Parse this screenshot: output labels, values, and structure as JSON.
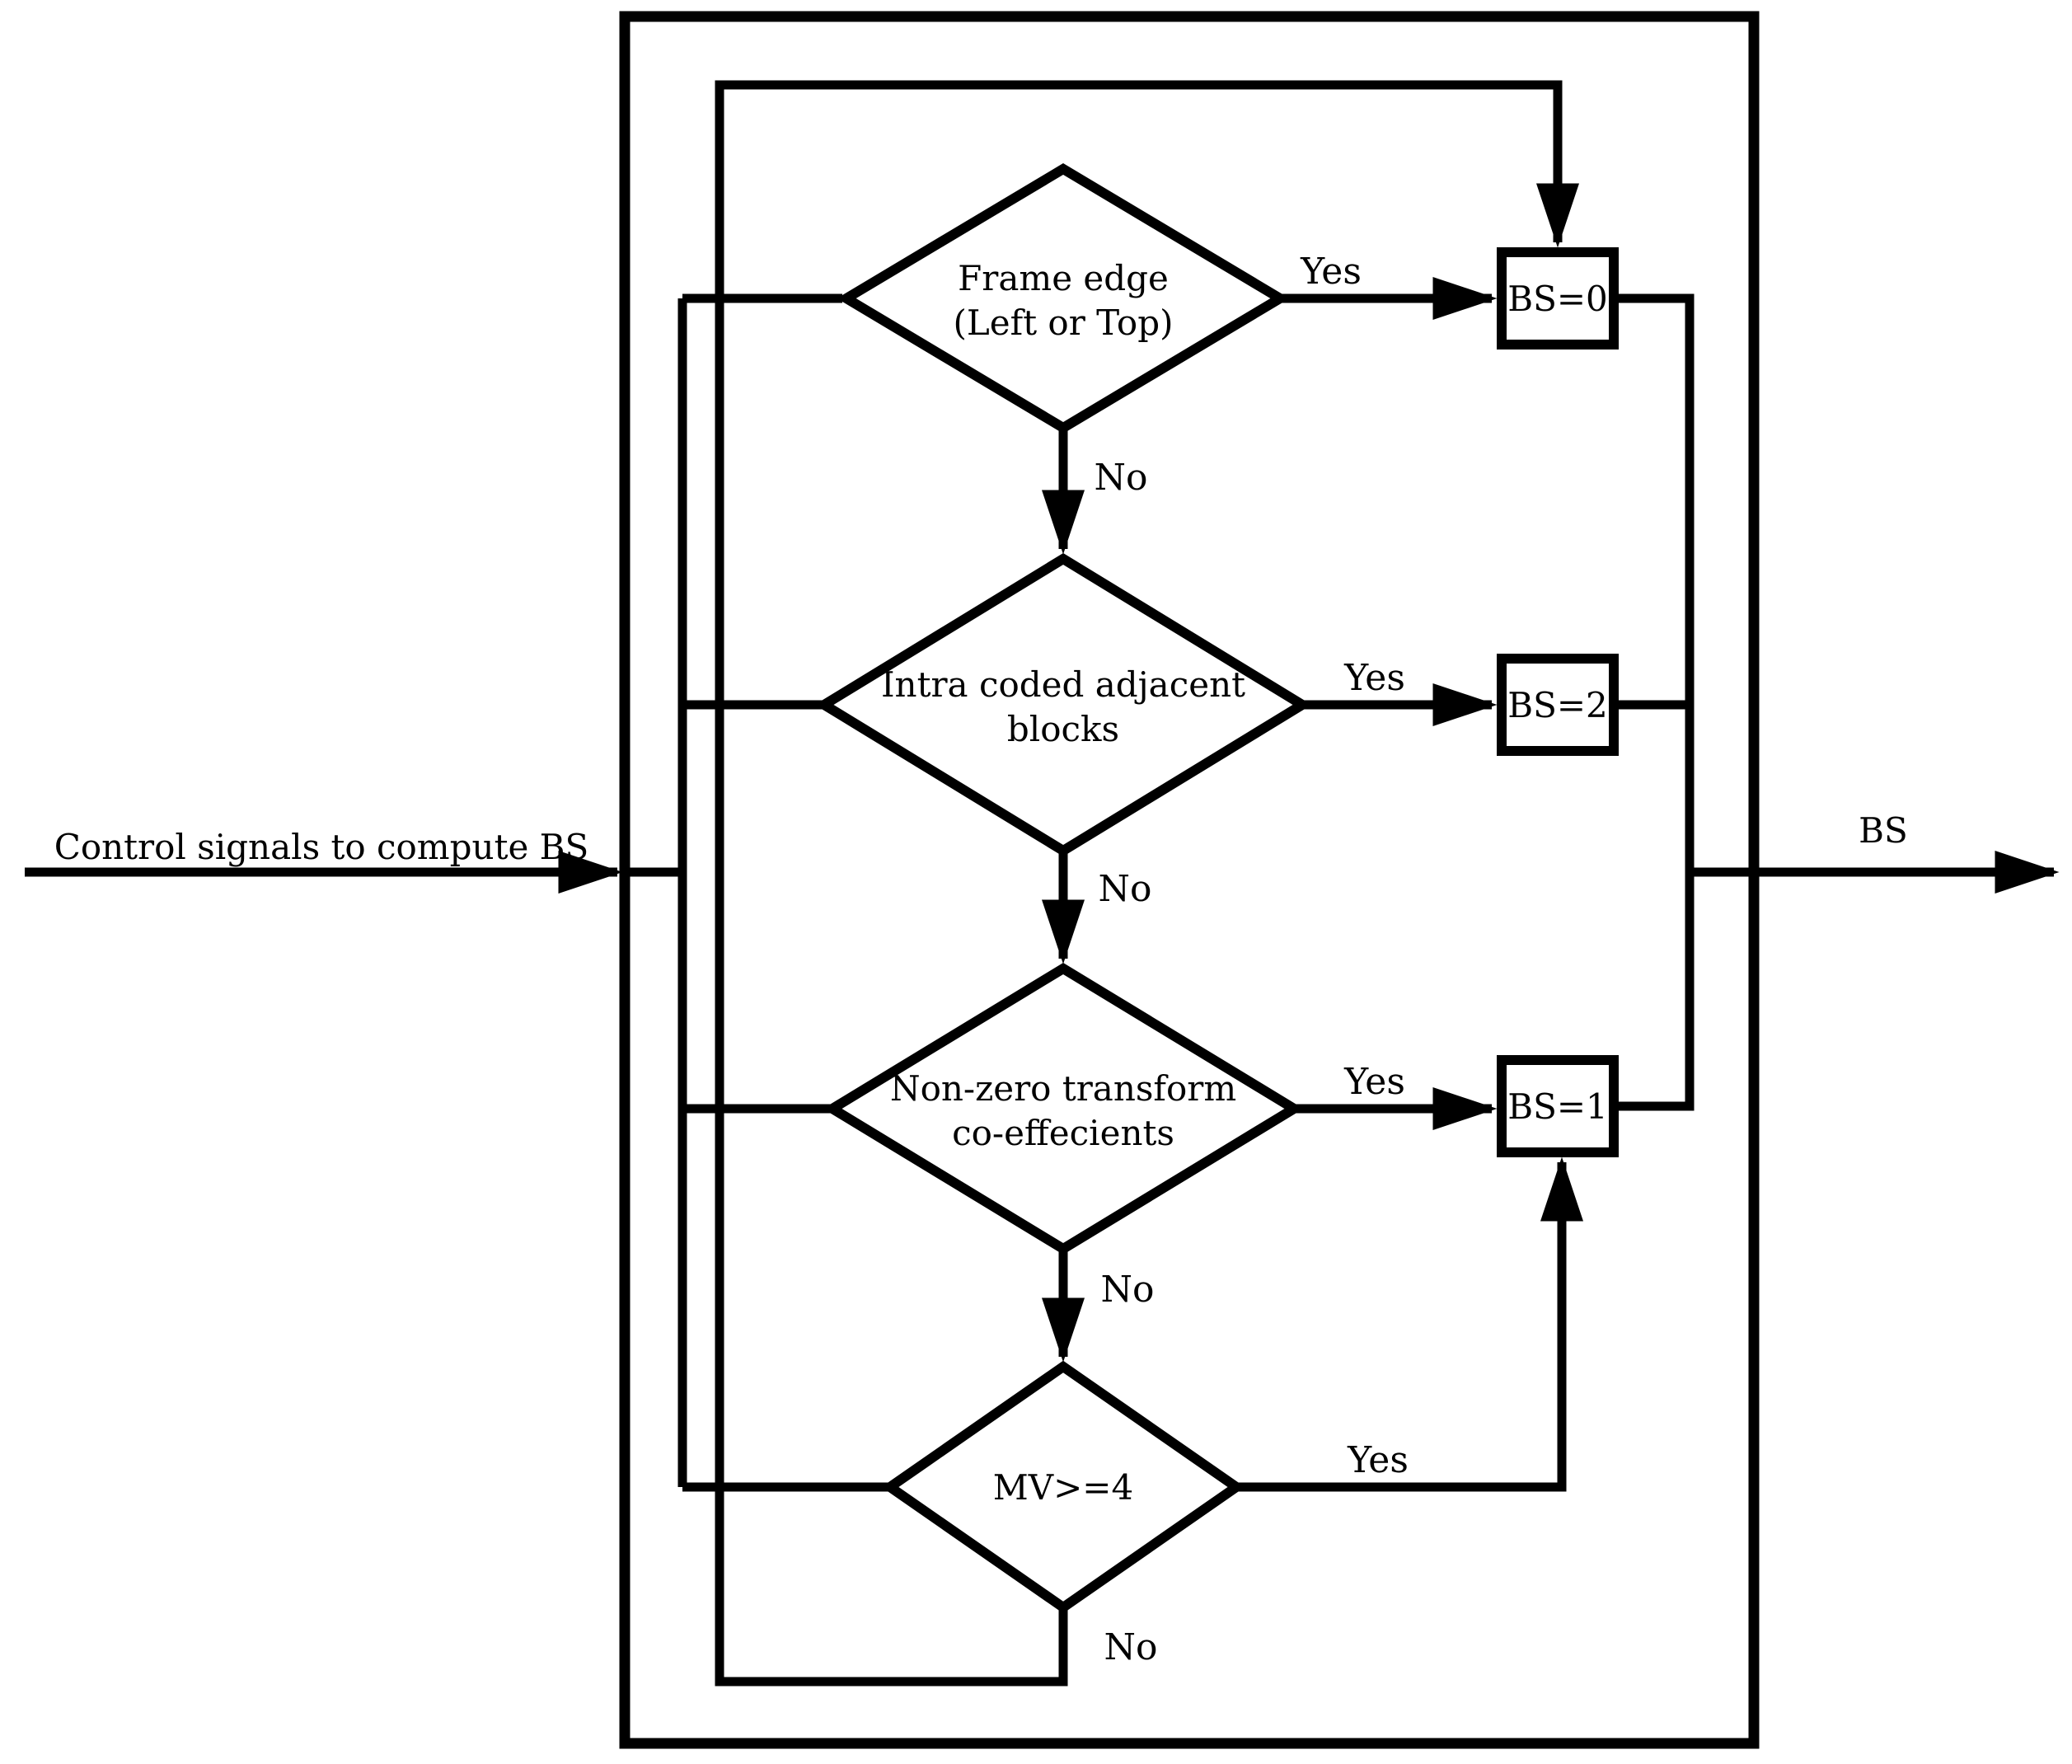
{
  "diagram": {
    "title_hint": "Boundary strength (BS) computation flowchart",
    "input": {
      "label": "Control signals to compute BS"
    },
    "output": {
      "label": "BS"
    },
    "branch": {
      "yes": "Yes",
      "no": "No"
    },
    "decisions": {
      "frame_edge": {
        "line1": "Frame edge",
        "line2": "(Left or Top)"
      },
      "intra_coded": {
        "line1": "Intra coded adjacent",
        "line2": "blocks"
      },
      "nonzero_transform": {
        "line1": "Non-zero transform",
        "line2": "co-effecients"
      },
      "mv": {
        "label": "MV>=4"
      }
    },
    "results": {
      "bs0": "BS=0",
      "bs2": "BS=2",
      "bs1": "BS=1"
    },
    "colors": {
      "line": "#000000",
      "background": "#ffffff"
    }
  }
}
